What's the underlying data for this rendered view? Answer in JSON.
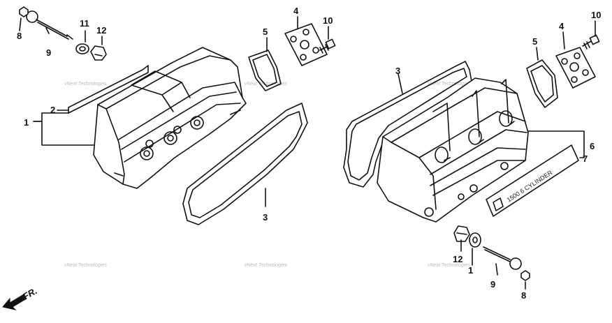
{
  "diagram": {
    "callouts": [
      "1",
      "2",
      "3",
      "4",
      "5",
      "6",
      "7",
      "8",
      "9",
      "10",
      "11",
      "12",
      "3",
      "4",
      "5",
      "6",
      "7",
      "8",
      "9",
      "10",
      "12",
      "1"
    ],
    "plate_text": "1500 6 CYLINDER",
    "front_label": "FR.",
    "watermark": "vNext Technologies",
    "line_color": "#111111",
    "watermark_color": "#b9b9b9"
  }
}
